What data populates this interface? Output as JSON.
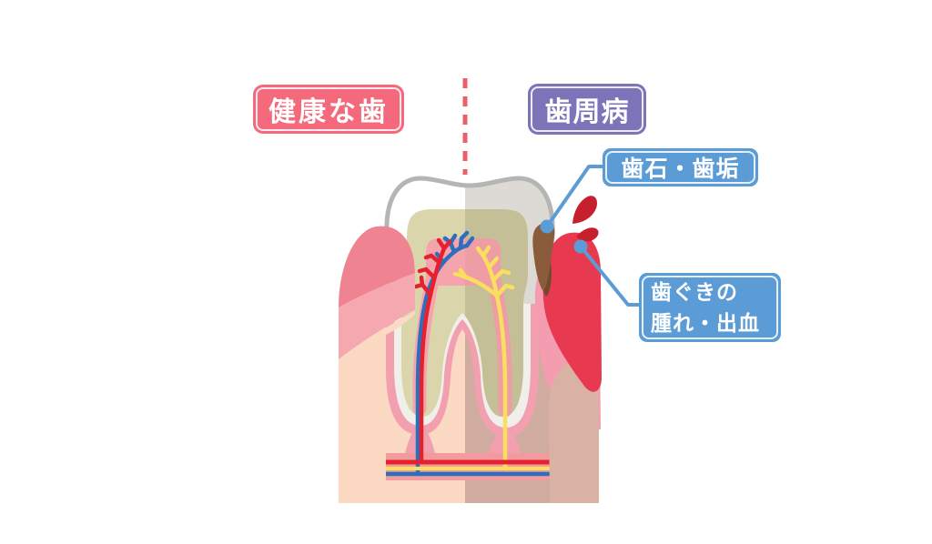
{
  "diagram": {
    "title": "tooth cross-section: healthy vs periodontal disease",
    "left_title": {
      "label": "健康な歯"
    },
    "right_title": {
      "label": "歯周病"
    },
    "callouts": {
      "tartar": {
        "label": "歯石・歯垢"
      },
      "swelling": {
        "line1": "歯ぐきの",
        "line2": "腫れ・出血"
      }
    },
    "divider": {
      "style": "dashed",
      "orientation": "vertical"
    }
  },
  "colors": {
    "healthy_label_bg": "#F4697B",
    "disease_label_bg": "#7B74B8",
    "callout_bg": "#5C9CD6",
    "callout_line": "#5C9CD6",
    "divider_red": "#E9606B",
    "enamel_left": "#FFFFFF",
    "enamel_right": "#DDD9D5",
    "enamel_outline": "#B5B5B4",
    "dentin_left": "#DBD5AB",
    "dentin_right": "#C5BF97",
    "pulp_left": "#F5A4AD",
    "pulp_right": "#EF9DA5",
    "artery_red": "#E5212E",
    "vein_blue": "#2D6FBF",
    "nerve_yellow": "#FADF5F",
    "gum_outer_pink": "#EF8392",
    "gum_mid_pink": "#F5A8AF",
    "bone_left": "#FBD9C2",
    "bone_right": "#CFAC9F",
    "ligament_pink": "#F2A0B0",
    "cementum_white": "#F0EFEA",
    "vessel_band_pink": "#F29B9E",
    "swollen_gum_red": "#E73950",
    "gum_right_mid_pink": "#F49CB0",
    "gum_right_inner": "#D9B2A4",
    "tartar_brown": "#8A5C3B",
    "tartar_dark": "#6F4B2D",
    "blood_red": "#C6202E"
  }
}
